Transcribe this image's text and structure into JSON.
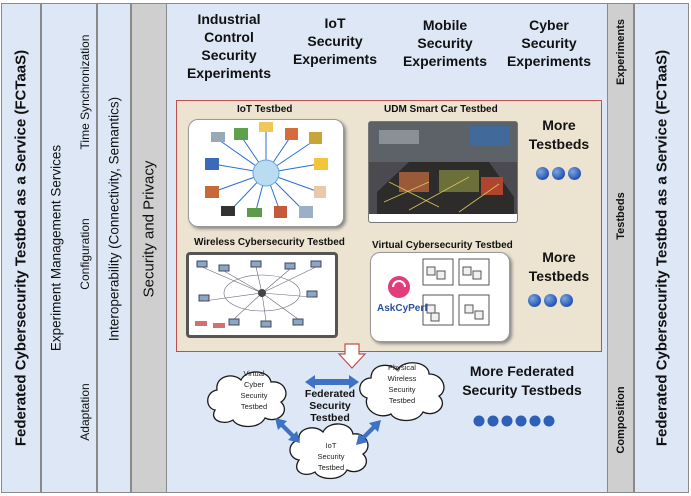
{
  "left": {
    "fctaas": "Federated Cybersecurity Testbed as a Service (FCTaaS)",
    "ems": "Experiment Management Services",
    "time_sync": "Time Synchronization",
    "configuration": "Configuration",
    "adaptation": "Adaptation",
    "interoperability": "Interoperability (Connectivity, Semantics)",
    "security_privacy": "Security and Privacy"
  },
  "top": {
    "industrial": [
      "Industrial",
      "Control",
      "Security",
      "Experiments"
    ],
    "iot": [
      "IoT",
      "Security",
      "Experiments"
    ],
    "mobile": [
      "Mobile",
      "Security",
      "Experiments"
    ],
    "cyber": [
      "Cyber",
      "Security",
      "Experiments"
    ]
  },
  "testbeds": {
    "iot_title": "IoT Testbed",
    "udm_title": "UDM Smart Car Testbed",
    "wireless_title": "Wireless Cybersecurity Testbed",
    "virtual_title": "Virtual Cybersecurity Testbed",
    "more_1": [
      "More",
      "Testbeds"
    ],
    "more_2": [
      "More",
      "Testbeds"
    ],
    "askcyperf": "AskCyPerf"
  },
  "federation": {
    "virtual_cloud": [
      "Virtual",
      "Cyber",
      "Security",
      "Testbed"
    ],
    "physical_cloud": [
      "Physical",
      "Wireless",
      "Security",
      "Testbed"
    ],
    "iot_cloud": [
      "IoT",
      "Security",
      "Testbed"
    ],
    "center": [
      "Federated",
      "Security",
      "Testbed"
    ],
    "more_federated": [
      "More Federated",
      "Security Testbeds"
    ]
  },
  "right": {
    "experiments": "Experiments",
    "testbeds": "Testbeds",
    "composition": "Composition",
    "fctaas": "Federated Cybersecurity Testbed as a Service (FCTaaS)"
  },
  "colors": {
    "light_blue": "#dde7f5",
    "tan": "#ece4d0",
    "panel_border": "#c0504d",
    "gray": "#cfcfcf",
    "arrow_blue": "#3d72c4"
  }
}
